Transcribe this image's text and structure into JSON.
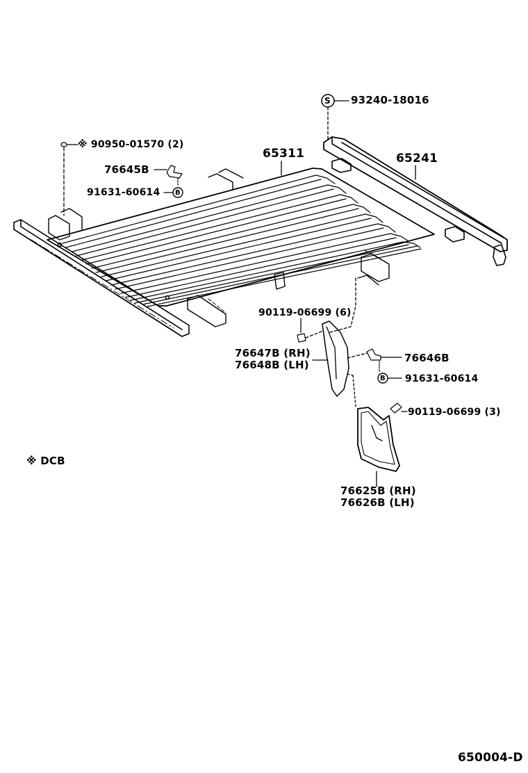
{
  "diagram": {
    "figure_id": "650004-D",
    "note": "※ DCB",
    "parts": [
      {
        "id": "p93240",
        "label": "93240-18016",
        "symbol": "S"
      },
      {
        "id": "p90950",
        "label": "※ 90950-01570 (2)"
      },
      {
        "id": "p76645B",
        "label": "76645B"
      },
      {
        "id": "p91631a",
        "label": "91631-60614",
        "symbol": "B"
      },
      {
        "id": "p65311",
        "label": "65311"
      },
      {
        "id": "p65241",
        "label": "65241"
      },
      {
        "id": "p90119a",
        "label": "90119-06699 (6)"
      },
      {
        "id": "p76647B",
        "label": "76647B (RH)"
      },
      {
        "id": "p76648B",
        "label": "76648B (LH)"
      },
      {
        "id": "p76646B",
        "label": "76646B"
      },
      {
        "id": "p91631b",
        "label": "91631-60614",
        "symbol": "B"
      },
      {
        "id": "p90119b",
        "label": "90119-06699 (3)"
      },
      {
        "id": "p76625B",
        "label": "76625B (RH)"
      },
      {
        "id": "p76626B",
        "label": "76626B (LH)"
      }
    ]
  }
}
